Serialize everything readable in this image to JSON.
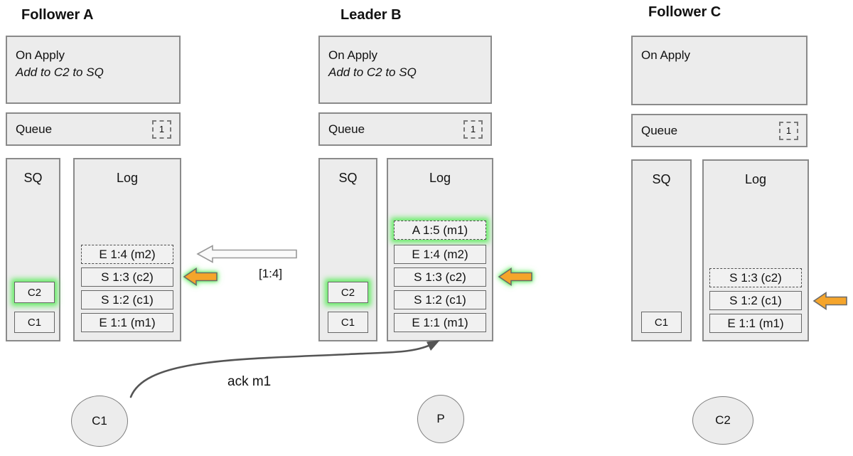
{
  "nodes": [
    {
      "title": "Follower A",
      "on_apply": {
        "title": "On Apply",
        "rule": "Add to C2 to SQ"
      },
      "queue": {
        "label": "Queue",
        "count": "1"
      },
      "sq": {
        "label": "SQ",
        "entries": [
          {
            "label": "C2",
            "classes": "glow-green"
          },
          {
            "label": "C1",
            "classes": ""
          }
        ]
      },
      "log": {
        "label": "Log",
        "entries": [
          {
            "label": "E 1:4 (m2)",
            "classes": "dashed"
          },
          {
            "label": "S 1:3 (c2)",
            "classes": ""
          },
          {
            "label": "S 1:2 (c1)",
            "classes": ""
          },
          {
            "label": "E 1:1 (m1)",
            "classes": ""
          }
        ]
      }
    },
    {
      "title": "Leader B",
      "on_apply": {
        "title": "On Apply",
        "rule": "Add to C2 to SQ"
      },
      "queue": {
        "label": "Queue",
        "count": "1"
      },
      "sq": {
        "label": "SQ",
        "entries": [
          {
            "label": "C2",
            "classes": "glow-green"
          },
          {
            "label": "C1",
            "classes": ""
          }
        ]
      },
      "log": {
        "label": "Log",
        "entries": [
          {
            "label": "A 1:5 (m1)",
            "classes": "dashed glow-green"
          },
          {
            "label": "E 1:4 (m2)",
            "classes": ""
          },
          {
            "label": "S 1:3 (c2)",
            "classes": ""
          },
          {
            "label": "S 1:2 (c1)",
            "classes": ""
          },
          {
            "label": "E 1:1 (m1)",
            "classes": ""
          }
        ]
      }
    },
    {
      "title": "Follower C",
      "on_apply": {
        "title": "On Apply",
        "rule": ""
      },
      "queue": {
        "label": "Queue",
        "count": "1"
      },
      "sq": {
        "label": "SQ",
        "entries": [
          {
            "label": "C1",
            "classes": ""
          }
        ]
      },
      "log": {
        "label": "Log",
        "entries": [
          {
            "label": "S 1:3 (c2)",
            "classes": "dashed"
          },
          {
            "label": "S 1:2 (c1)",
            "classes": ""
          },
          {
            "label": "E 1:1 (m1)",
            "classes": ""
          }
        ]
      }
    }
  ],
  "labels": {
    "replicate_range": "[1:4]",
    "ack": "ack m1"
  },
  "actors": [
    {
      "label": "C1"
    },
    {
      "label": "P"
    },
    {
      "label": "C2"
    }
  ],
  "colors": {
    "box-fill": "#ececec",
    "box-border": "#8a8a8a",
    "entry-fill": "#f1f1f1",
    "entry-border": "#666666",
    "accent-orange": "#f5a52c",
    "glow-green": "#60ec60",
    "arrow-gray": "#555555",
    "white-arrow-fill": "#fafafa",
    "white-arrow-border": "#999999",
    "text": "#111111"
  }
}
